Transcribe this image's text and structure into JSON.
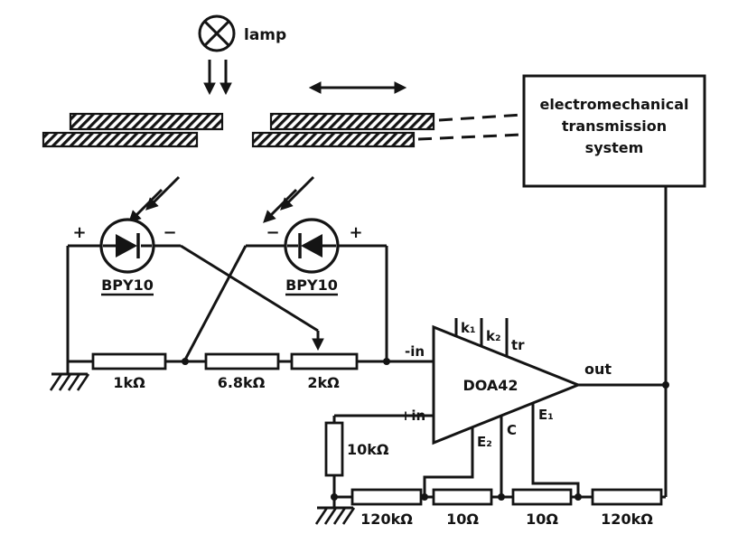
{
  "diagram": {
    "background_color": "#ffffff",
    "ink_color": "#141414",
    "lamp": {
      "label": "lamp"
    },
    "transmission_box": {
      "lines": [
        "electromechanical",
        "transmission",
        "system"
      ]
    },
    "photodiode_left": {
      "label": "BPY10",
      "left_polarity": "+",
      "right_polarity": "−"
    },
    "photodiode_right": {
      "label": "BPY10",
      "left_polarity": "−",
      "right_polarity": "+"
    },
    "resistors": {
      "r_input": "1kΩ",
      "r_series": "6.8kΩ",
      "r_pot": "2kΩ",
      "r_noninv": "10kΩ",
      "r_bottom_1": "120kΩ",
      "r_bottom_2": "10Ω",
      "r_bottom_3": "10Ω",
      "r_bottom_4": "120kΩ"
    },
    "opamp": {
      "name": "DOA42",
      "inverting_input": "-in",
      "noninverting_input": "+in",
      "output": "out",
      "pin_k1": "k₁",
      "pin_k2": "k₂",
      "pin_tr": "tr",
      "pin_e2": "E₂",
      "pin_c": "C",
      "pin_e1": "E₁"
    }
  }
}
